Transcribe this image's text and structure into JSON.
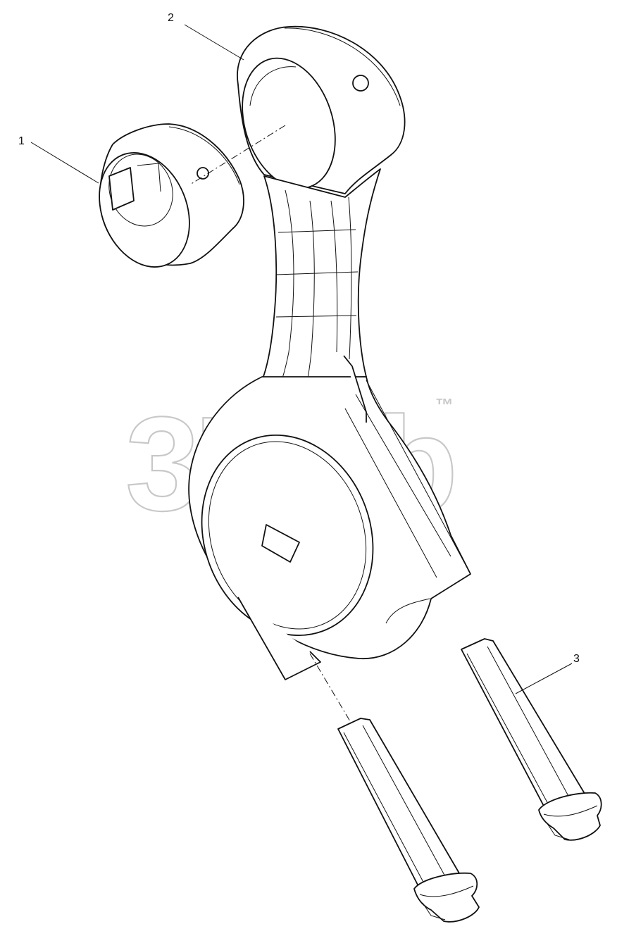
{
  "callouts": {
    "bushing": "1",
    "connecting_rod": "2",
    "bolt": "3"
  },
  "watermark": {
    "text": "3ΠΠb",
    "trademark": "™"
  },
  "colors": {
    "line": "#111111",
    "watermark": "#c8c8c8",
    "background": "#ffffff"
  }
}
